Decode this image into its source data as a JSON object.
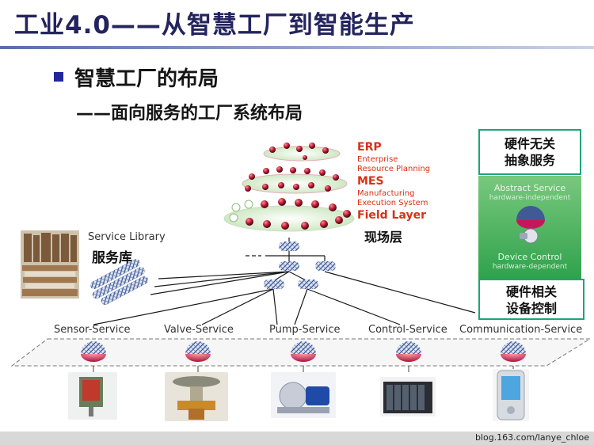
{
  "title": "工业4.0——从智慧工厂到智能生产",
  "subtitle": "智慧工厂的布局",
  "sub_subtitle": "——面向服务的工厂系统布局",
  "layers": {
    "erp": {
      "name": "ERP",
      "desc1": "Enterprise",
      "desc2": "Resource Planning"
    },
    "mes": {
      "name": "MES",
      "desc1": "Manufacturing",
      "desc2": "Execution System"
    },
    "field": {
      "name": "Field Layer"
    }
  },
  "field_layer_cn": "现场层",
  "service_library": {
    "en": "Service Library",
    "cn": "服务库"
  },
  "right_panel": {
    "top_box": [
      "硬件无关",
      "抽象服务"
    ],
    "abstract_service": "Abstract Service",
    "hardware_independent": "hardware-independent",
    "device_control": "Device Control",
    "hardware_dependent": "hardware-dependent",
    "bottom_box": [
      "硬件相关",
      "设备控制"
    ]
  },
  "services": [
    "Sensor-Service",
    "Valve-Service",
    "Pump-Service",
    "Control-Service",
    "Communication-Service"
  ],
  "devices": [
    "sensor-device",
    "valve-device",
    "pump-device",
    "controller-device",
    "handheld-device"
  ],
  "footer": "blog.163.com/lanye_chloe",
  "colors": {
    "title": "#24245e",
    "accent_red": "#d93016",
    "green": "#1ea37a"
  }
}
